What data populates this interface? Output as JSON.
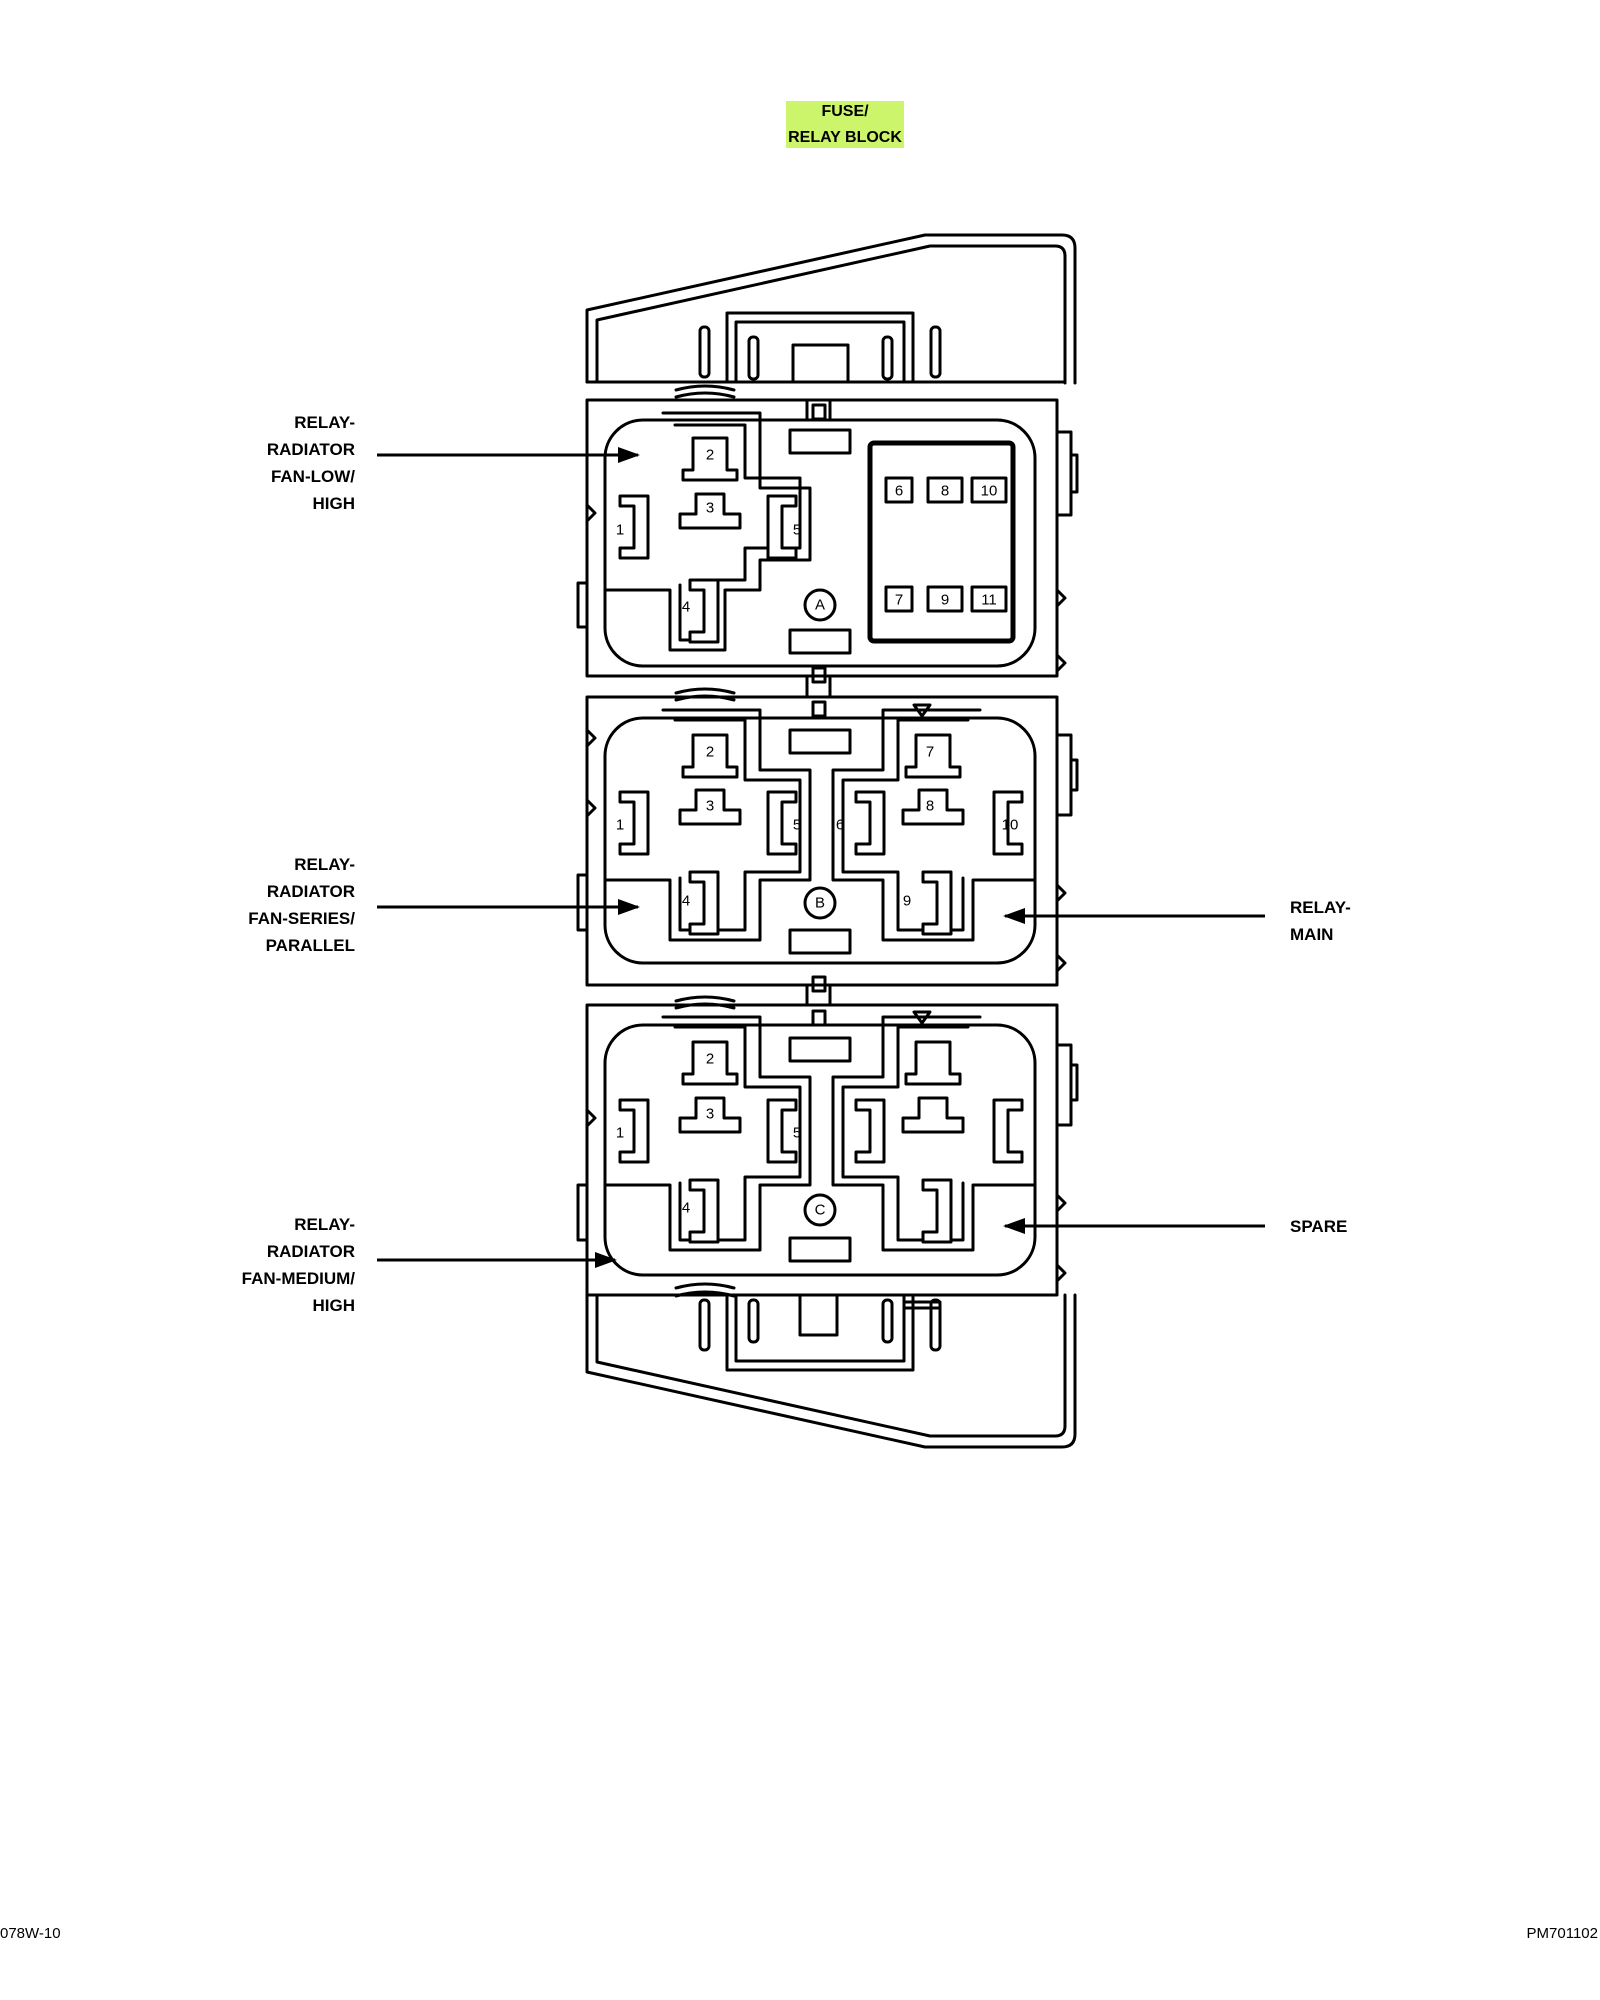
{
  "title": {
    "line1": "FUSE/",
    "line2": "RELAY BLOCK",
    "highlight_color": "#ccf56b"
  },
  "labels": {
    "relay_low_high": [
      "RELAY-",
      "RADIATOR",
      "FAN-LOW/",
      "HIGH"
    ],
    "relay_series_parallel": [
      "RELAY-",
      "RADIATOR",
      "FAN-SERIES/",
      "PARALLEL"
    ],
    "relay_medium_high": [
      "RELAY-",
      "RADIATOR",
      "FAN-MEDIUM/",
      "HIGH"
    ],
    "relay_main": [
      "RELAY-",
      "MAIN"
    ],
    "spare": [
      "SPARE"
    ]
  },
  "sections": {
    "a": "A",
    "b": "B",
    "c": "C"
  },
  "pins": {
    "a": [
      "1",
      "2",
      "3",
      "4",
      "5"
    ],
    "a_fuses": [
      "6",
      "8",
      "10",
      "7",
      "9",
      "11"
    ],
    "b": [
      "1",
      "2",
      "3",
      "4",
      "5",
      "6",
      "7",
      "8",
      "9",
      "10"
    ],
    "c": [
      "1",
      "2",
      "3",
      "4",
      "5"
    ]
  },
  "footer": {
    "left": "078W-10",
    "right": "PM701102"
  }
}
